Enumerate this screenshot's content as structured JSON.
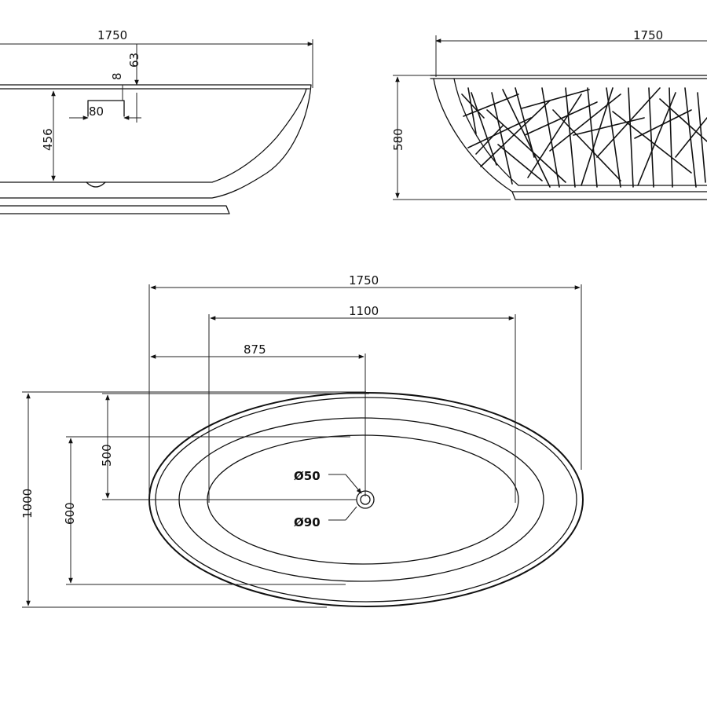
{
  "dimensions": {
    "side_length": "1750",
    "end_length": "1750",
    "plan_length": "1750",
    "inner_length": "1100",
    "drain_offset": "875",
    "rim_top": "63",
    "rim_thickness": "8",
    "overflow_width": "80",
    "inner_depth": "456",
    "total_height": "580",
    "half_width": "500",
    "inner_width": "600",
    "total_width": "1000"
  },
  "drain": {
    "outlet_label": "Ø50",
    "waste_label": "Ø90"
  }
}
